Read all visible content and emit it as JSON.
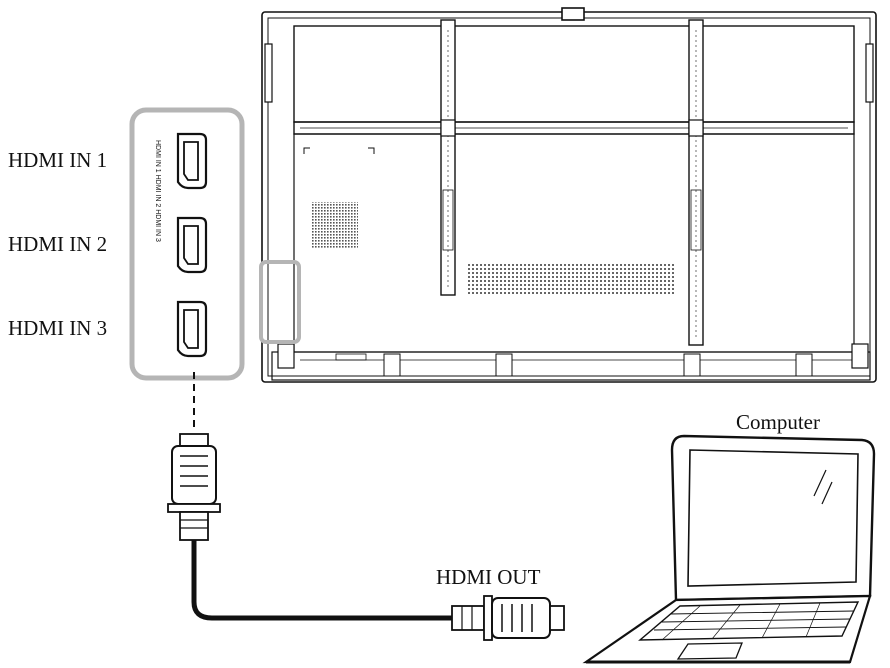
{
  "labels": {
    "hdmi_in_1": "HDMI IN 1",
    "hdmi_in_2": "HDMI IN 2",
    "hdmi_in_3": "HDMI IN 3",
    "port_panel_text": "HDMI IN 1 HDMI IN 2 HDMI IN 3",
    "hdmi_out": "HDMI OUT",
    "computer": "Computer"
  },
  "colors": {
    "line": "#111111",
    "highlight": "#b5b5b5",
    "fill": "#ffffff",
    "grille": "#555555"
  }
}
